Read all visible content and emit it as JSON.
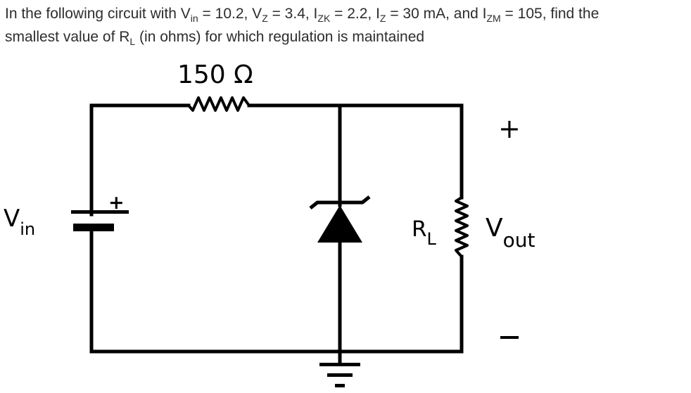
{
  "question": {
    "p1": "In the following circuit with V",
    "p1_sub": "in",
    "p2": " = 10.2, V",
    "p2_sub": "Z",
    "p3": " = 3.4, I",
    "p3_sub": "ZK",
    "p4": " = 2.2, I",
    "p4_sub": "Z",
    "p5": " = 30 mA, and I",
    "p5_sub": "ZM",
    "p6": " = 105, find the",
    "line2_a": "smallest value of R",
    "line2_sub": "L",
    "line2_b": " (in ohms) for which regulation is maintained"
  },
  "circuit": {
    "resistor_label": "150 Ω",
    "source_main": "V",
    "source_sub": "in",
    "battery_plus": "+",
    "load_main": "R",
    "load_sub": "L",
    "output_main": "V",
    "output_sub": "out",
    "output_plus": "+",
    "output_minus": "–"
  }
}
